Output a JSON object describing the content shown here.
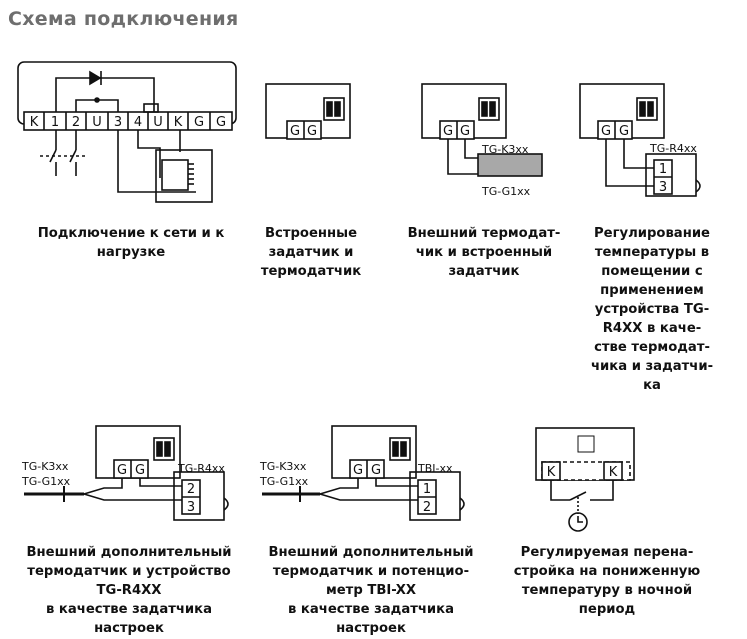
{
  "title": "Схема подключения",
  "diagram1": {
    "terminals": [
      "K",
      "1",
      "2",
      "U",
      "3",
      "4",
      "U",
      "K",
      "G",
      "G"
    ],
    "caption": [
      "Подключение к сети и к",
      "нагрузке"
    ]
  },
  "diagram2": {
    "terminals": [
      "G",
      "G"
    ],
    "caption": [
      "Встроенные",
      "задатчик и",
      "термодатчик"
    ]
  },
  "diagram3": {
    "terminals": [
      "G",
      "G"
    ],
    "label_k3": "TG-K3xx",
    "label_g1": "TG-G1xx",
    "caption": [
      "Внешний термодат-",
      "чик и встроенный",
      "задатчик"
    ]
  },
  "diagram4": {
    "terminals": [
      "G",
      "G"
    ],
    "label_r4": "TG-R4xx",
    "pins": [
      "1",
      "3"
    ],
    "caption": [
      "Регулирование",
      "температуры в",
      "помещении с",
      "применением",
      "устройства TG-",
      "R4XX в каче-",
      "стве термодат-",
      "чика и задатчи-",
      "ка"
    ]
  },
  "diagram5": {
    "terminals": [
      "G",
      "G"
    ],
    "label_k3": "TG-K3xx",
    "label_g1": "TG-G1xx",
    "label_r4": "TG-R4xx",
    "pins": [
      "2",
      "3"
    ],
    "caption": [
      "Внешний дополнительный",
      "термодатчик и устройство",
      "TG-R4XX",
      "в качестве задатчика",
      "настроек"
    ]
  },
  "diagram6": {
    "terminals": [
      "G",
      "G"
    ],
    "label_k3": "TG-K3xx",
    "label_g1": "TG-G1xx",
    "label_tbi": "TBI-xx",
    "pins": [
      "1",
      "2"
    ],
    "caption": [
      "Внешний дополнительный",
      "термодатчик и потенцио-",
      "метр TBI-XX",
      "в качестве задатчика",
      "настроек"
    ]
  },
  "diagram7": {
    "terminals": [
      "K",
      "K"
    ],
    "caption": [
      "Регулируемая перена-",
      "стройка на пониженную",
      "температуру в ночной",
      "период"
    ]
  }
}
